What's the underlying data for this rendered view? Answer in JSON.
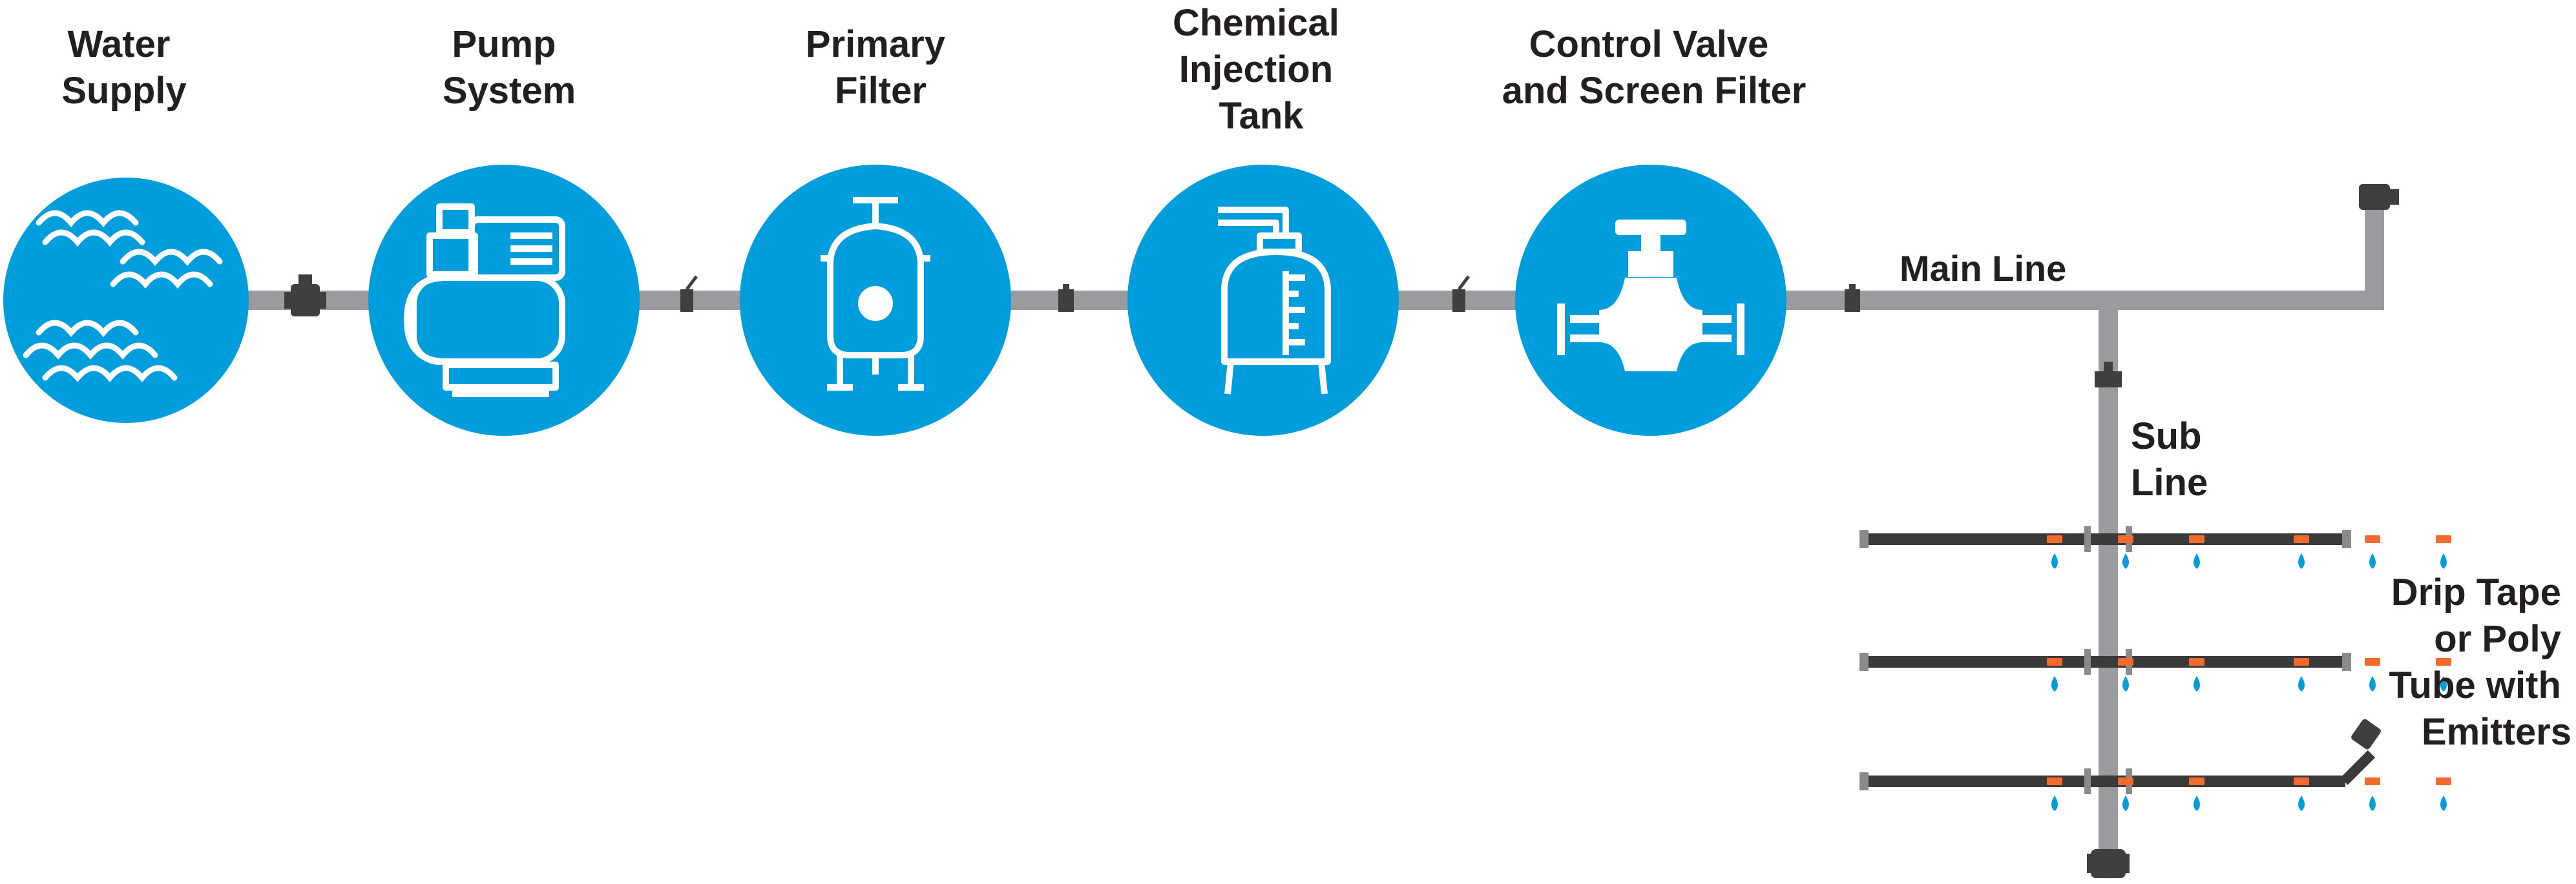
{
  "colors": {
    "pipe": "#999b9e",
    "circle": "#009ddc",
    "icon": "#ffffff",
    "valve": "#3f3f3f",
    "tape": "#3a3a3a",
    "emitter": "#f26a2e",
    "drop": "#009ddc",
    "text": "#231f20"
  },
  "stages": [
    {
      "label_lines": [
        "Water",
        "Supply"
      ],
      "icon": "water-waves-icon"
    },
    {
      "label_lines": [
        "Pump",
        "System"
      ],
      "icon": "pump-icon"
    },
    {
      "label_lines": [
        "Primary",
        "Filter"
      ],
      "icon": "filter-tank-icon"
    },
    {
      "label_lines": [
        "Chemical",
        "Injection",
        "Tank"
      ],
      "icon": "injection-tank-icon"
    },
    {
      "label_lines": [
        "Control Valve",
        "and Screen Filter"
      ],
      "icon": "control-valve-icon"
    }
  ],
  "main_line": {
    "label": "Main Line"
  },
  "sub_line": {
    "label_lines": [
      "Sub",
      "Line"
    ]
  },
  "drip": {
    "label_lines": [
      "Drip Tape",
      "or Poly",
      "Tube with",
      "Emitters"
    ]
  }
}
